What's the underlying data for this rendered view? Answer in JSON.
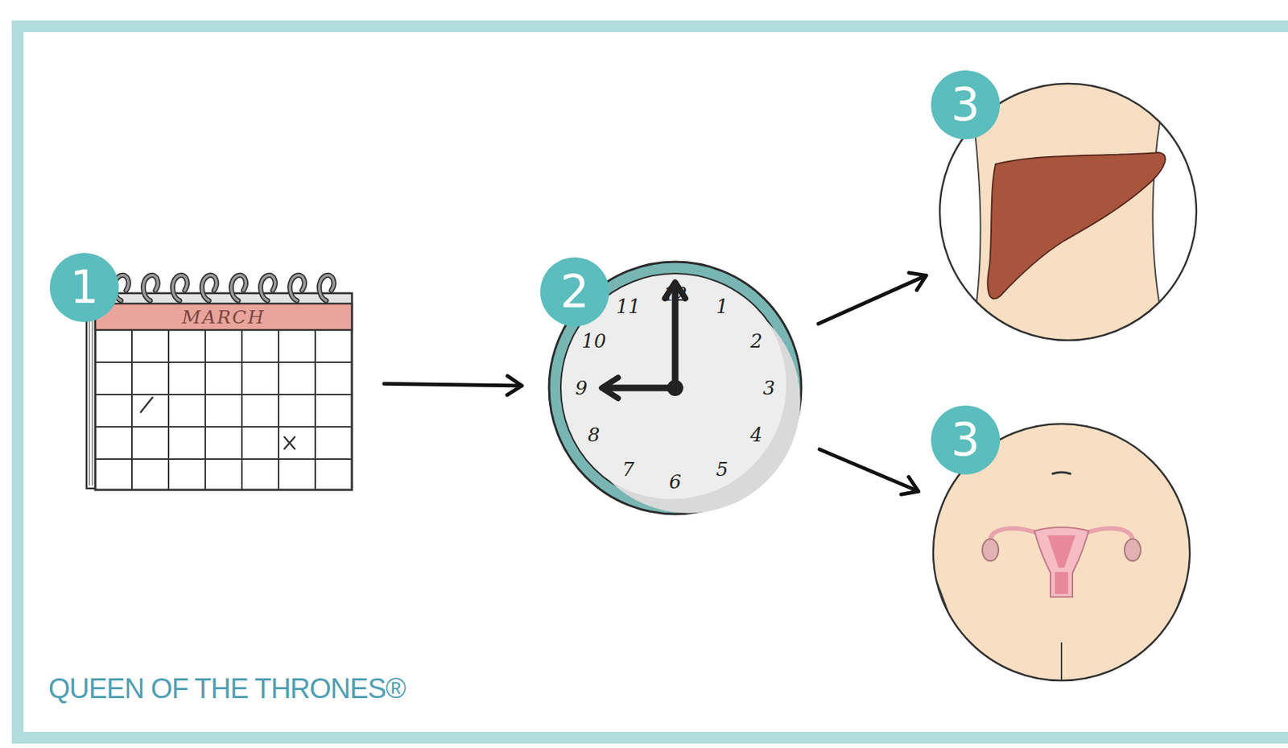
{
  "diagram": {
    "nodes": [
      {
        "text": [
          "1",
          "MARCH"
        ]
      },
      {
        "text": [
          "2",
          "12",
          "1",
          "2",
          "3",
          "4",
          "5",
          "6",
          "7",
          "8",
          "9",
          "10",
          "11"
        ]
      },
      {
        "text": [
          "3"
        ]
      },
      {
        "text": [
          "3"
        ]
      }
    ],
    "edges": [
      {
        "from": 0,
        "to": 1,
        "arrow": "to"
      },
      {
        "from": 1,
        "to": 2,
        "arrow": "to"
      },
      {
        "from": 1,
        "to": 3,
        "arrow": "to"
      }
    ],
    "labels": [
      "QUEEN OF THE THRONES®"
    ]
  }
}
